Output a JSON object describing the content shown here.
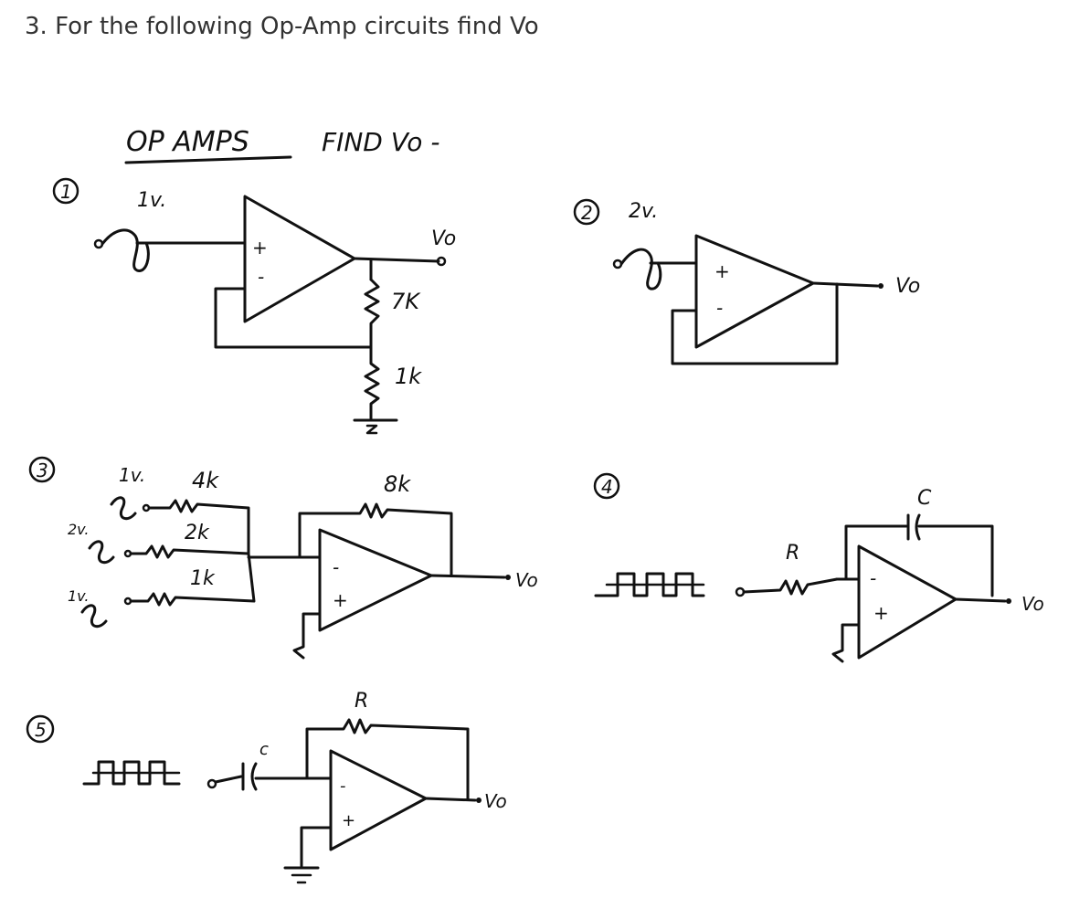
{
  "question": "3. For the following Op-Amp circuits find Vo",
  "sketch": {
    "heading_left": "OP AMPS",
    "heading_right": "FIND Vo -"
  },
  "circuits": {
    "c1": {
      "number": "1",
      "source": "1v.",
      "plus": "+",
      "minus": "-",
      "output": "Vo",
      "r_top": "7K",
      "r_bottom": "1k"
    },
    "c2": {
      "number": "2",
      "source": "2v.",
      "plus": "+",
      "minus": "-",
      "output": "Vo"
    },
    "c3": {
      "number": "3",
      "src1": "1v.",
      "src2": "2v.",
      "src3": "1v.",
      "r1": "4k",
      "r2": "2k",
      "r3": "1k",
      "rf": "8k",
      "minus": "-",
      "plus": "+",
      "output": "Vo"
    },
    "c4": {
      "number": "4",
      "r": "R",
      "c": "C",
      "minus": "-",
      "plus": "+",
      "output": "Vo"
    },
    "c5": {
      "number": "5",
      "r": "R",
      "c": "c",
      "minus": "-",
      "plus": "+",
      "output": "Vo"
    }
  }
}
